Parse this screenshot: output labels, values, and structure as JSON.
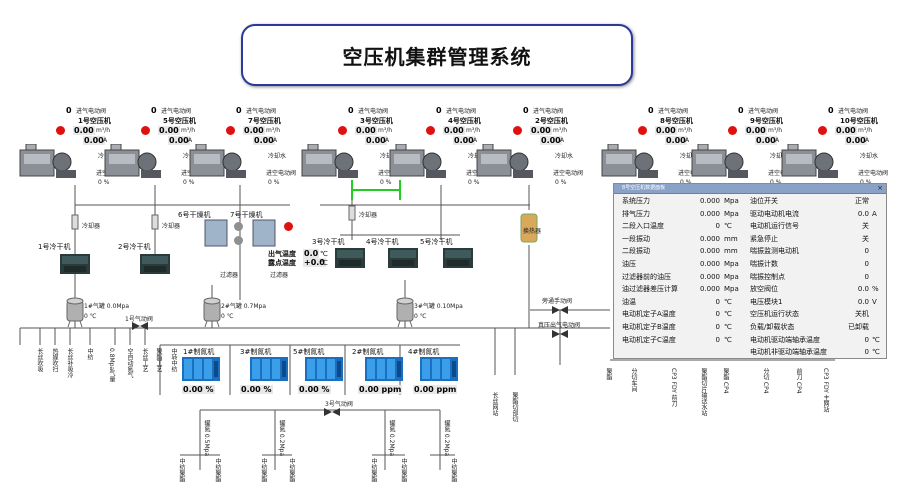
{
  "title": "空压机集群管理系统",
  "compressors": [
    {
      "id": "c1",
      "name": "1号空压机",
      "valve_top": "进气电动阀",
      "flow": "0.00",
      "flow_unit": "m³/h",
      "current": "0.00",
      "current_unit": "A",
      "pct": "0",
      "valve_bottom": "进空电动阀"
    },
    {
      "id": "c5",
      "name": "5号空压机",
      "valve_top": "进气电动阀",
      "flow": "0.00",
      "flow_unit": "m³/h",
      "current": "0.00",
      "current_unit": "A",
      "pct": "0",
      "valve_bottom": "进空电动阀"
    },
    {
      "id": "c7",
      "name": "7号空压机",
      "valve_top": "进气电动阀",
      "flow": "0.00",
      "flow_unit": "m³/h",
      "current": "0.00",
      "current_unit": "A",
      "pct": "0",
      "valve_bottom": "进空电动阀"
    },
    {
      "id": "c3",
      "name": "3号空压机",
      "valve_top": "进气电动阀",
      "flow": "0.00",
      "flow_unit": "m³/h",
      "current": "0.00",
      "current_unit": "A",
      "pct": "0",
      "valve_bottom": "进空电动阀"
    },
    {
      "id": "c4",
      "name": "4号空压机",
      "valve_top": "进气电动阀",
      "flow": "0.00",
      "flow_unit": "m³/h",
      "current": "0.00",
      "current_unit": "A",
      "pct": "0",
      "valve_bottom": "进空电动阀"
    },
    {
      "id": "c2",
      "name": "2号空压机",
      "valve_top": "进气电动阀",
      "flow": "0.00",
      "flow_unit": "m³/h",
      "current": "0.00",
      "current_unit": "A",
      "pct": "0",
      "valve_bottom": "进空电动阀"
    },
    {
      "id": "c8",
      "name": "8号空压机",
      "valve_top": "进气电动阀",
      "flow": "0.00",
      "flow_unit": "m³/h",
      "current": "0.00",
      "current_unit": "A",
      "pct": "0",
      "valve_bottom": "进空电动阀"
    },
    {
      "id": "c9",
      "name": "9号空压机",
      "valve_top": "进气电动阀",
      "flow": "0.00",
      "flow_unit": "m³/h",
      "current": "0.00",
      "current_unit": "A",
      "pct": "0",
      "valve_bottom": "进空电动阀"
    },
    {
      "id": "c10",
      "name": "10号空压机",
      "valve_top": "进气电动阀",
      "flow": "0.00",
      "flow_unit": "m³/h",
      "current": "0.00",
      "current_unit": "A",
      "pct": "0",
      "valve_bottom": "进空电动阀"
    }
  ],
  "common": {
    "drain": "冷却水",
    "zero": "0",
    "pct_unit": "%",
    "filter": "冷却器",
    "cooler_top": "冷却器"
  },
  "coolers": [
    "1号冷干机",
    "2号冷干机",
    "3号冷干机",
    "4号冷干机",
    "5号冷干机"
  ],
  "dryers": {
    "d6": "6号干燥机",
    "d7": "7号干燥机",
    "outlet_temp": "出气温度",
    "dew_temp": "露点温度",
    "outlet_val": "0.0",
    "dew_val": "+0.0",
    "unit": "℃",
    "filter": "过滤器"
  },
  "tanks": [
    {
      "name": "1#气罐",
      "pressure": "0.0",
      "p_unit": "Mpa",
      "temp": "0",
      "t_unit": "℃"
    },
    {
      "name": "2#气罐",
      "pressure": "0.7",
      "p_unit": "Mpa",
      "temp": "0",
      "t_unit": "℃"
    },
    {
      "name": "3#气罐",
      "pressure": "0.10",
      "p_unit": "Mpa",
      "temp": "0",
      "t_unit": "℃"
    }
  ],
  "valves": {
    "v1": "1号气动阀",
    "v3": "3号气动阀",
    "v_bypass": "旁通手动阀",
    "v_main": "真压出气电动阀",
    "heater": "换热器"
  },
  "nitrogen": [
    {
      "name": "1#制氮机",
      "value": "0.00",
      "unit": "%"
    },
    {
      "name": "3#制氮机",
      "value": "0.00",
      "unit": "%"
    },
    {
      "name": "5#制氮机",
      "value": "0.00",
      "unit": "%"
    },
    {
      "name": "2#制氮机",
      "value": "0.00",
      "unit": "ppm"
    },
    {
      "name": "4#制氮机",
      "value": "0.00",
      "unit": "ppm"
    }
  ],
  "left_branches": [
    "长丝吹吸",
    "热媒吹扫",
    "长丝补吸冷",
    "中纺",
    "0.8Mpa气量",
    "空自动氮气",
    "长丝工艺",
    "聚酯工艺",
    "中转中纺"
  ],
  "bottom_branches": [
    {
      "label": "罐氮",
      "p": "0.5",
      "unit": "Mpa"
    },
    {
      "label": "罐氮",
      "p": "0.2",
      "unit": "Mpa"
    },
    {
      "label": "罐氮",
      "p": "0.2",
      "unit": "Mpa"
    },
    {
      "label": "罐氮",
      "p": "0.2",
      "unit": "Mpa"
    }
  ],
  "bottom_users": [
    "中纺聚酯",
    "中纺聚酯",
    "中纺聚酯",
    "中纺聚酯",
    "中纺聚酯",
    "中纺聚酯",
    "中纺聚酯"
  ],
  "right_users": [
    "聚酯",
    "分切车间",
    "CP3 FDY 前刀",
    "聚酯切片输送水站",
    "聚酯 CP4",
    "分切 CP4",
    "前刀 CP4",
    "CP3 FDY 主网站"
  ],
  "right_extra": [
    "长丝网站",
    "聚酯切部切"
  ],
  "panel": {
    "title": "8号空压机数据面板",
    "close": "×",
    "rows": [
      {
        "l": "系统压力",
        "v": "0.000",
        "u": "Mpa",
        "l2": "油位开关",
        "v2": "正常",
        "u2": ""
      },
      {
        "l": "排气压力",
        "v": "0.000",
        "u": "Mpa",
        "l2": "驱动电动机电流",
        "v2": "0.0",
        "u2": "A"
      },
      {
        "l": "二段入口温度",
        "v": "0",
        "u": "℃",
        "l2": "电动机运行信号",
        "v2": "关",
        "u2": ""
      },
      {
        "l": "一段振动",
        "v": "0.000",
        "u": "mm",
        "l2": "紧急停止",
        "v2": "关",
        "u2": ""
      },
      {
        "l": "二段振动",
        "v": "0.000",
        "u": "mm",
        "l2": "喘振监测电动机",
        "v2": "0",
        "u2": ""
      },
      {
        "l": "油压",
        "v": "0.000",
        "u": "Mpa",
        "l2": "喘振计数",
        "v2": "0",
        "u2": ""
      },
      {
        "l": "过滤器前的油压",
        "v": "0.000",
        "u": "Mpa",
        "l2": "喘振控制点",
        "v2": "0",
        "u2": ""
      },
      {
        "l": "油过滤器差压计算",
        "v": "0.000",
        "u": "Mpa",
        "l2": "放空阀位",
        "v2": "0.0",
        "u2": "%"
      },
      {
        "l": "油温",
        "v": "0",
        "u": "℃",
        "l2": "电压模块1",
        "v2": "0.0",
        "u2": "V"
      },
      {
        "l": "电动机定子A温度",
        "v": "0",
        "u": "℃",
        "l2": "空压机运行状态",
        "v2": "关机",
        "u2": ""
      },
      {
        "l": "电动机定子B温度",
        "v": "0",
        "u": "℃",
        "l2": "负载/卸载状态",
        "v2": "已卸载",
        "u2": ""
      },
      {
        "l": "电动机定子C温度",
        "v": "0",
        "u": "℃",
        "l2": "电动机驱动端轴承温度",
        "v2": "0",
        "u2": "℃"
      },
      {
        "l": "",
        "v": "",
        "u": "",
        "l2": "电动机非驱动端轴承温度",
        "v2": "0",
        "u2": "℃"
      }
    ]
  },
  "colors": {
    "pipe": "#555555",
    "green_pipe": "#22cc22",
    "alarm": "#e01010",
    "title_border": "#2a3a9a"
  }
}
